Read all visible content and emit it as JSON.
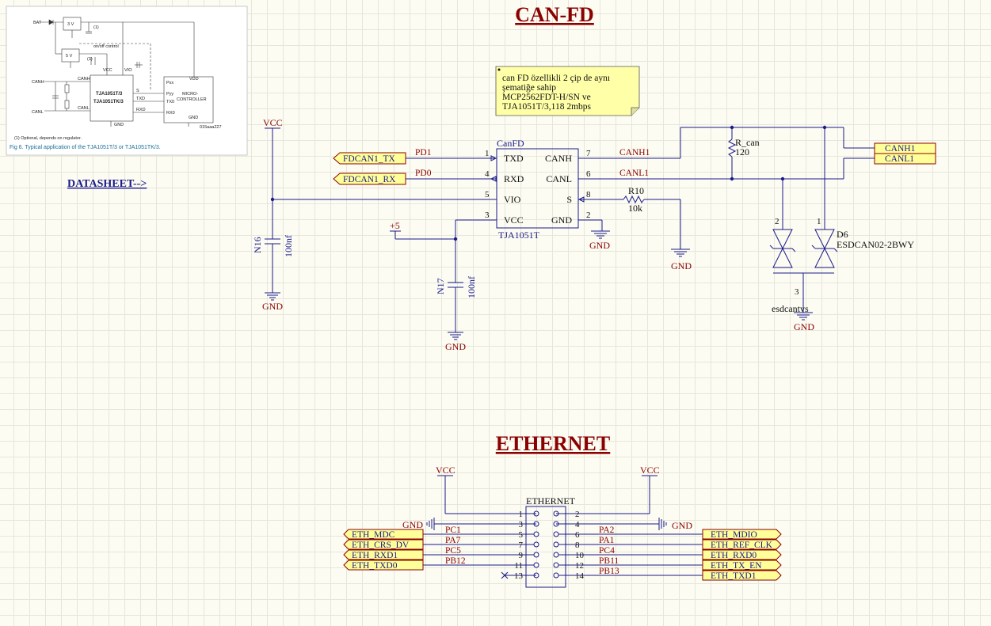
{
  "titles": {
    "canfd": "CAN-FD",
    "ethernet": "ETHERNET"
  },
  "datasheet_link": "DATASHEET-->",
  "datasheet_image": {
    "labels": {
      "bat": "BAT",
      "v3": "3 V",
      "v5": "5 V",
      "onoff": "on/off control",
      "vcc": "VCC",
      "vio": "VIO",
      "canh": "CANH",
      "canl": "CANL",
      "chip1": "TJA1051T/3",
      "chip2": "TJA1051TK/3",
      "s": "S",
      "txd": "TXD",
      "rxd": "RXD",
      "gnd": "GND",
      "vdd": "VDD",
      "pxx": "Pxx",
      "pyy": "Pyy",
      "tx0": "TX0",
      "rx0": "RX0",
      "mcu1": "MICRO-",
      "mcu2": "CONTROLLER",
      "one": "(1)",
      "code": "015aaa227"
    },
    "footnote": "(1)   Optional, depends on regulator.",
    "caption": "Fig 6.    Typical application of the TJA1051T/3 or TJA1051TK/3."
  },
  "note": {
    "lines": [
      "can FD özellikli 2 çip de aynı",
      "şematiğe sahip",
      "MCP2562FDT-H/SN ve",
      "TJA1051T/3,118 2mbps"
    ]
  },
  "canfd": {
    "chip_ref": "CanFD",
    "chip_part": "TJA1051T",
    "left_pins": [
      {
        "num": "1",
        "name": "TXD"
      },
      {
        "num": "4",
        "name": "RXD"
      },
      {
        "num": "5",
        "name": "VIO"
      },
      {
        "num": "3",
        "name": "VCC"
      }
    ],
    "right_pins": [
      {
        "num": "7",
        "name": "CANH"
      },
      {
        "num": "6",
        "name": "CANL"
      },
      {
        "num": "8",
        "name": "S"
      },
      {
        "num": "2",
        "name": "GND"
      }
    ],
    "ports_in": [
      "FDCAN1_TX",
      "FDCAN1_RX"
    ],
    "nets": {
      "pd1": "PD1",
      "pd0": "PD0",
      "canh1": "CANH1",
      "canl1": "CANL1",
      "vcc": "VCC",
      "p5": "+5"
    },
    "ports_out": [
      "CANH1",
      "CANL1"
    ],
    "n16": {
      "ref": "N16",
      "val": "100nf"
    },
    "n17": {
      "ref": "N17",
      "val": "100nf"
    },
    "r10": {
      "ref": "R10",
      "val": "10k"
    },
    "rcan": {
      "ref": "R_can",
      "val": "120"
    },
    "d6": {
      "ref": "D6",
      "part": "ESDCAN02-2BWY",
      "pin1": "1",
      "pin2": "2",
      "pin3": "3",
      "net": "esdcantvs"
    },
    "gnd": "GND"
  },
  "ethernet": {
    "ref": "ETHERNET",
    "vcc": "VCC",
    "gnd": "GND",
    "rows": [
      {
        "l": "1",
        "r": "2",
        "lnet": "",
        "rnet": "",
        "lport": "",
        "rport": ""
      },
      {
        "l": "3",
        "r": "4",
        "lnet": "",
        "rnet": "",
        "lport": "",
        "rport": ""
      },
      {
        "l": "5",
        "r": "6",
        "lnet": "PC1",
        "rnet": "PA2",
        "lport": "ETH_MDC",
        "rport": "ETH_MDIO"
      },
      {
        "l": "7",
        "r": "8",
        "lnet": "PA7",
        "rnet": "PA1",
        "lport": "ETH_CRS_DV",
        "rport": "ETH_REF_CLK"
      },
      {
        "l": "9",
        "r": "10",
        "lnet": "PC5",
        "rnet": "PC4",
        "lport": "ETH_RXD1",
        "rport": "ETH_RXD0"
      },
      {
        "l": "11",
        "r": "12",
        "lnet": "PB12",
        "rnet": "PB11",
        "lport": "ETH_TXD0",
        "rport": "ETH_TX_EN"
      },
      {
        "l": "13",
        "r": "14",
        "lnet": "",
        "rnet": "PB13",
        "lport": "",
        "rport": "ETH_TXD1"
      }
    ]
  }
}
